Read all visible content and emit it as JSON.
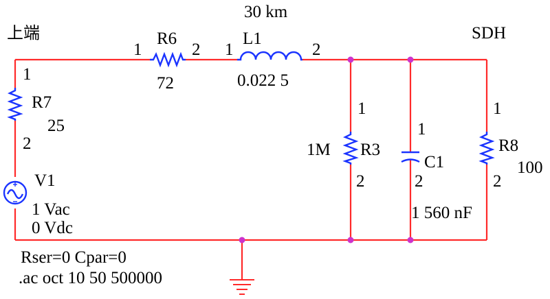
{
  "labels": {
    "top_end": "上端",
    "sdh": "SDH",
    "length": "30 km"
  },
  "components": {
    "r6": {
      "name": "R6",
      "value": "72",
      "pin1": "1",
      "pin2": "2"
    },
    "l1": {
      "name": "L1",
      "value": "0.022 5",
      "pin1": "1",
      "pin2": "2"
    },
    "r7": {
      "name": "R7",
      "value": "25",
      "pin1": "1",
      "pin2": "2"
    },
    "r3": {
      "name": "R3",
      "value": "1M",
      "pin1": "1",
      "pin2": "2"
    },
    "c1": {
      "name": "C1",
      "value": "1 560 nF",
      "pin1": "1",
      "pin2": "2"
    },
    "r8": {
      "name": "R8",
      "value": "100",
      "pin1": "1",
      "pin2": "2"
    },
    "v1": {
      "name": "V1",
      "ac": "1 Vac",
      "dc": "0 Vdc"
    }
  },
  "sim": {
    "params": "Rser=0 Cpar=0",
    "directive": ".ac oct 10 50 500000"
  },
  "colors": {
    "wire": "#ff2a2a",
    "component": "#1a33ff",
    "node": "#cc33cc",
    "text": "#000000"
  }
}
